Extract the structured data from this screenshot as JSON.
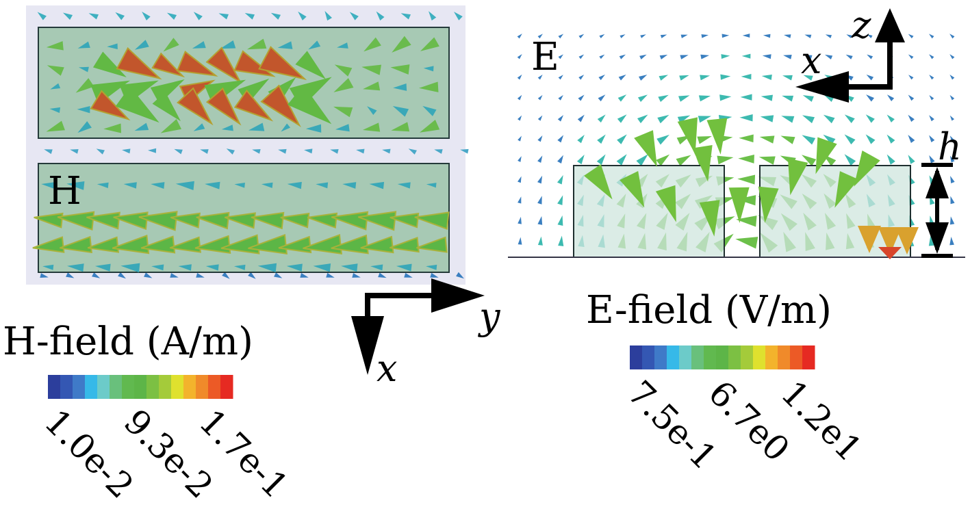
{
  "h_panel": {
    "label": "H"
  },
  "e_panel": {
    "label": "E",
    "height_label": "h"
  },
  "axes": {
    "h_view": {
      "horizontal": "y",
      "vertical": "x"
    },
    "e_view": {
      "horizontal": "x",
      "vertical": "z"
    }
  },
  "h_colorbar": {
    "title": "H-field (A/m)",
    "ticks": [
      "1.0e-2",
      "9.3e-2",
      "1.7e-1"
    ],
    "colors": [
      "#2c3e9c",
      "#3457b3",
      "#3f7ac8",
      "#36b9e8",
      "#6ccbc9",
      "#69c07c",
      "#61b94f",
      "#5db548",
      "#7cc043",
      "#a4cb3a",
      "#dfe12e",
      "#f3b32c",
      "#f08a2a",
      "#ec5a26",
      "#e62a22"
    ]
  },
  "e_colorbar": {
    "title": "E-field (V/m)",
    "ticks": [
      "7.5e-1",
      "6.7e0",
      "1.2e1"
    ],
    "colors": [
      "#2c3e9c",
      "#3457b3",
      "#3f7ac8",
      "#36b9e8",
      "#6ccbc9",
      "#69c07c",
      "#61b94f",
      "#5db548",
      "#7cc043",
      "#a4cb3a",
      "#dfe12e",
      "#f3b32c",
      "#f08a2a",
      "#ec5a26",
      "#e62a22"
    ]
  }
}
